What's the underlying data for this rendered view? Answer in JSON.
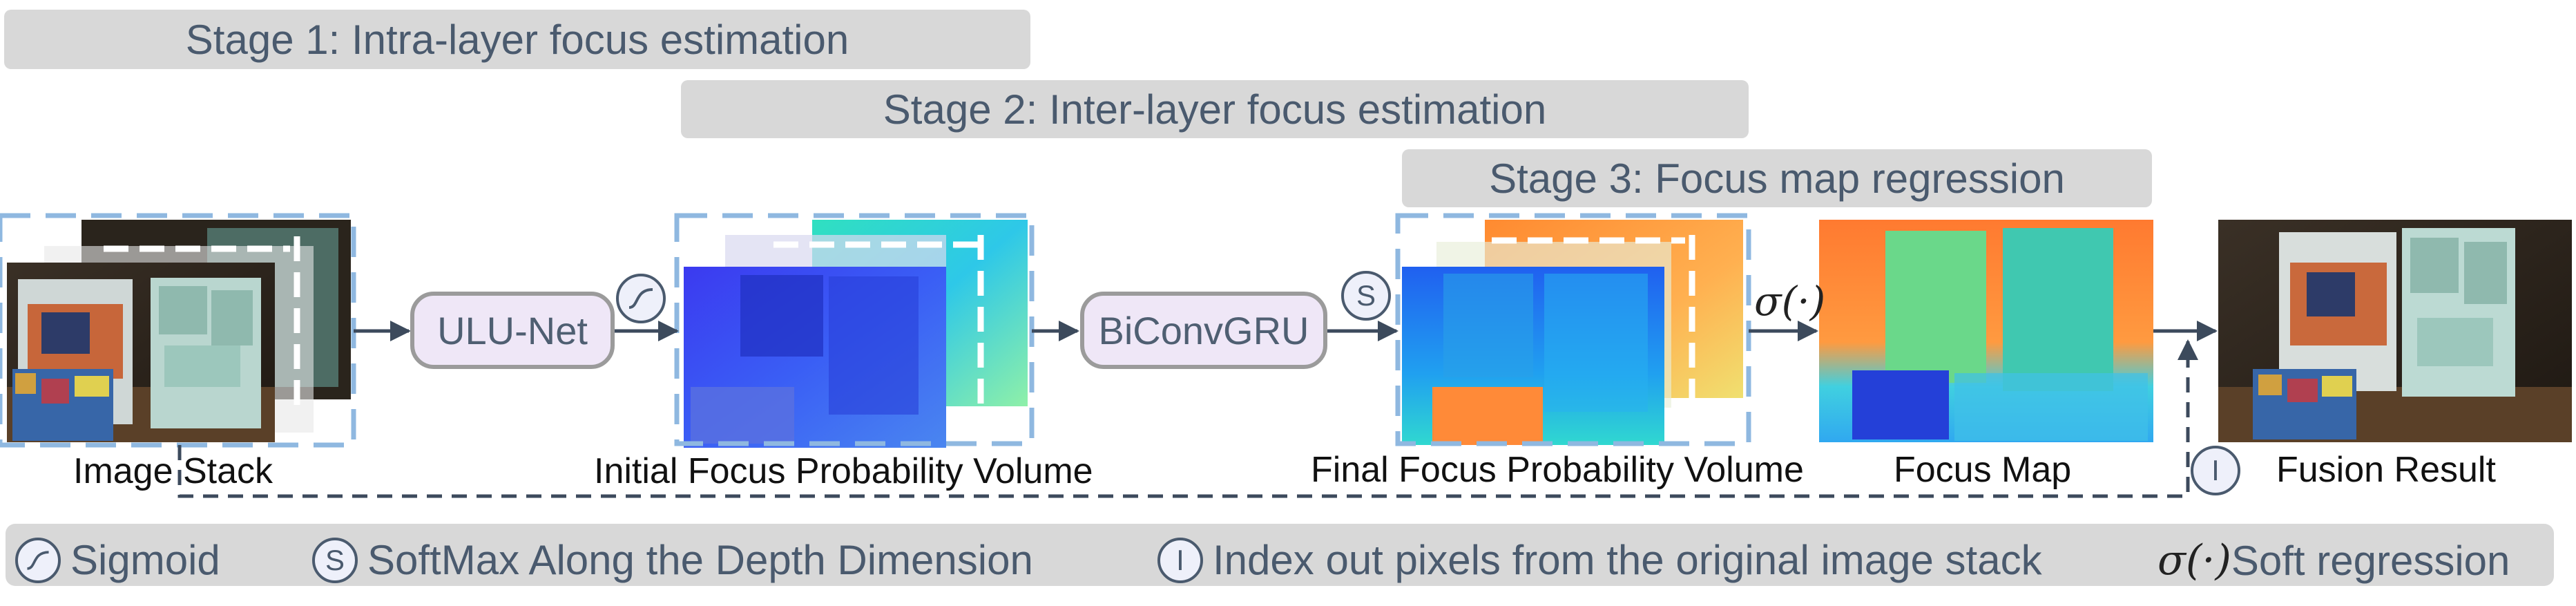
{
  "stages": {
    "stage1": "Stage 1: Intra-layer focus estimation",
    "stage2": "Stage 2: Inter-layer focus estimation",
    "stage3": "Stage 3: Focus map regression"
  },
  "modules": {
    "ulunet": "ULU-Net",
    "biconvgru": "BiConvGRU"
  },
  "symbols": {
    "softmax": "S",
    "index": "I",
    "sigma": "σ(·)"
  },
  "labels": {
    "image_stack": "Image Stack",
    "initial_volume": "Initial Focus Probability Volume",
    "final_volume": "Final Focus Probability Volume",
    "focus_map": "Focus Map",
    "fusion_result": "Fusion Result"
  },
  "legend": {
    "sigmoid": "Sigmoid",
    "softmax": "SoftMax Along the Depth Dimension",
    "index": "Index out pixels from the original image stack",
    "soft_regression": "Soft regression"
  },
  "colors": {
    "stage_bg": "#d8d8d8",
    "text_blue_gray": "#4a5a6e",
    "module_fill": "#efe7f7",
    "dashed_box": "#8fb8e0",
    "arrow": "#3c4a5c"
  }
}
